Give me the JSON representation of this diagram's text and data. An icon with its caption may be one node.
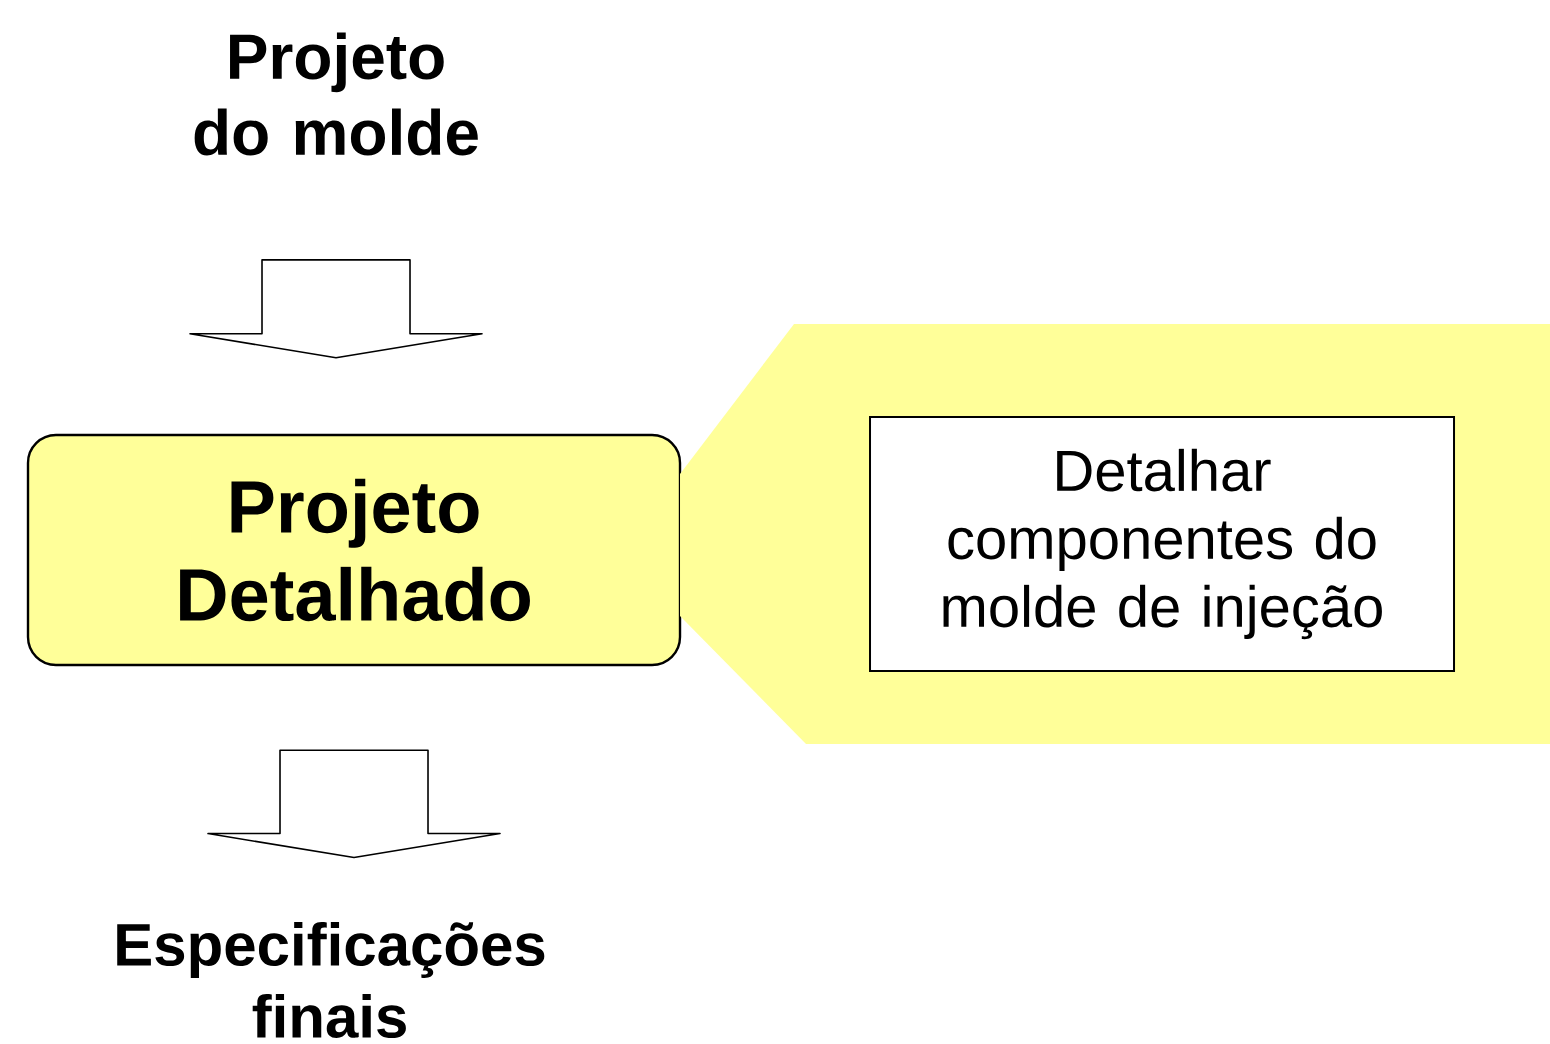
{
  "diagram": {
    "nodes": [
      {
        "text": [
          "Projeto do molde"
        ]
      },
      {
        "text": [
          "Projeto Detalhado"
        ]
      },
      {
        "text": [],
        "shape": "band"
      },
      {
        "text": [
          "Detalhar componentes do molde de injeção"
        ],
        "in": 2
      },
      {
        "text": [
          "Especificações finais"
        ]
      }
    ],
    "edges": [
      {
        "from": 0,
        "to": 1,
        "arrow": "to"
      },
      {
        "from": 1,
        "to": 4,
        "arrow": "to"
      }
    ]
  }
}
